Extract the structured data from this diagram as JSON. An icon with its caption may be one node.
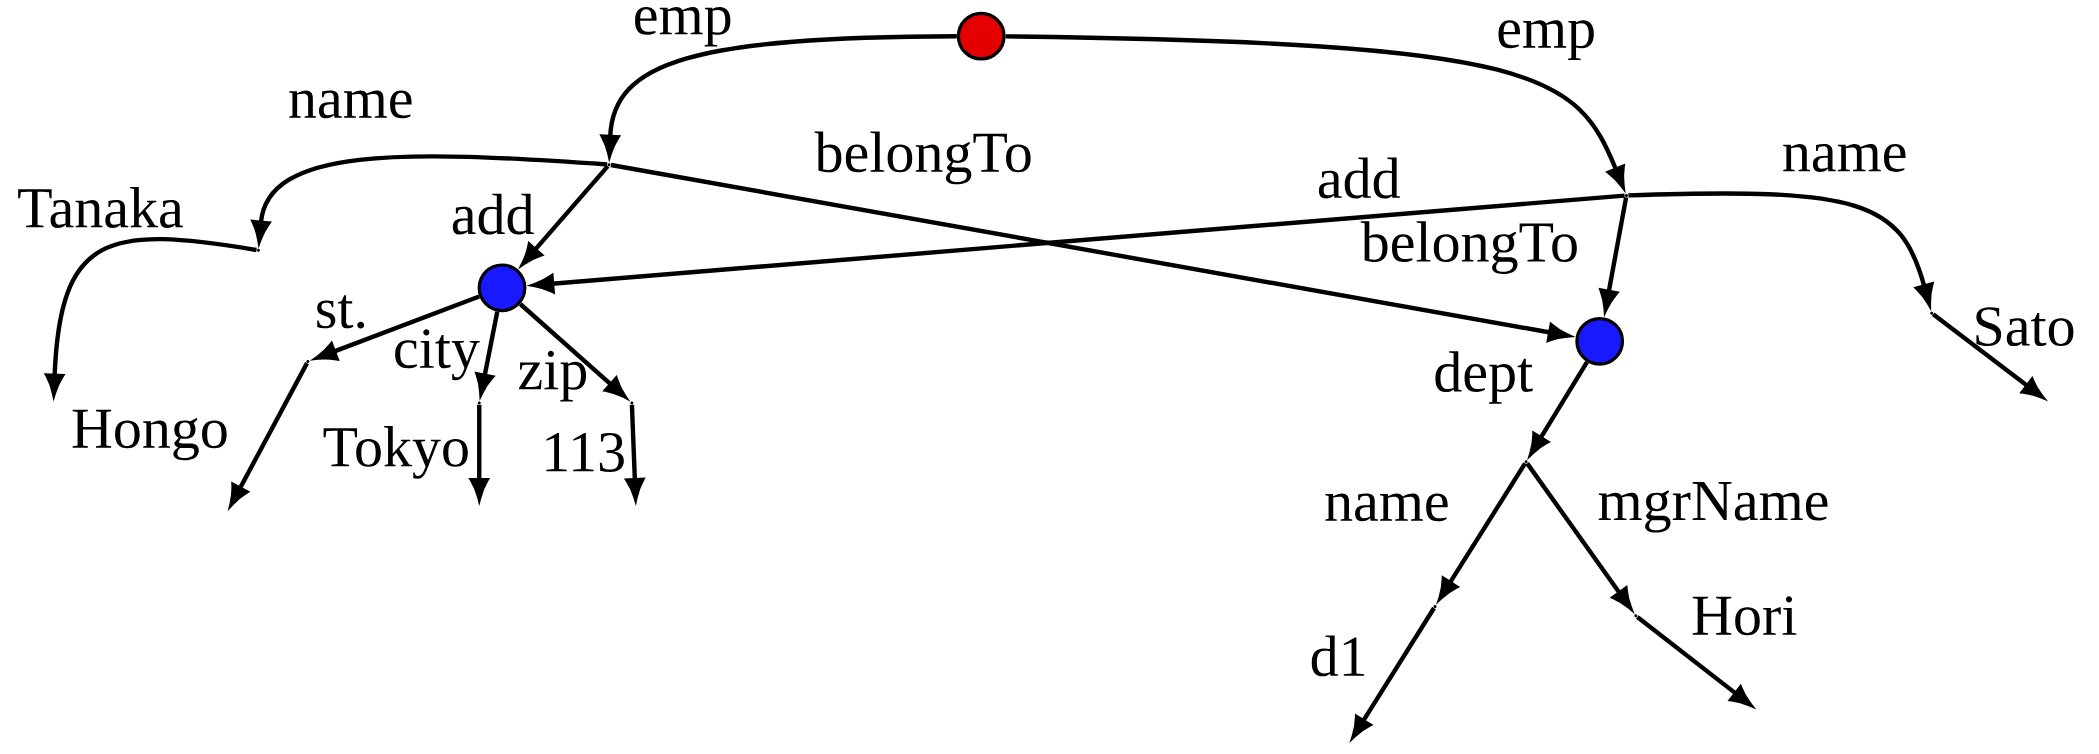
{
  "diagram": {
    "nodes": [
      {
        "text": [],
        "shape": "circle"
      },
      {
        "text": [],
        "shape": "point"
      },
      {
        "text": [],
        "shape": "point"
      },
      {
        "text": [],
        "shape": "circle"
      },
      {
        "text": [],
        "shape": "circle"
      },
      {
        "text": [],
        "shape": "point"
      },
      {
        "text": [],
        "shape": "point"
      },
      {
        "text": [],
        "shape": "point"
      },
      {
        "text": [],
        "shape": "point"
      },
      {
        "text": [],
        "shape": "point"
      },
      {
        "text": [],
        "shape": "point"
      },
      {
        "text": [],
        "shape": "point"
      },
      {
        "text": [],
        "shape": "point"
      }
    ],
    "edges": [
      {
        "from": 0,
        "to": 1,
        "arrow": "to",
        "label": "emp"
      },
      {
        "from": 0,
        "to": 2,
        "arrow": "to",
        "label": "emp"
      },
      {
        "from": 1,
        "to": 5,
        "arrow": "to",
        "label": "name"
      },
      {
        "from": 1,
        "to": 3,
        "arrow": "to",
        "label": "add"
      },
      {
        "from": 1,
        "to": 4,
        "arrow": "to",
        "label": "belongTo"
      },
      {
        "from": 2,
        "to": 3,
        "arrow": "to",
        "label": "add"
      },
      {
        "from": 2,
        "to": 4,
        "arrow": "to",
        "label": "belongTo"
      },
      {
        "from": 2,
        "to": 6,
        "arrow": "to",
        "label": "name"
      },
      {
        "from": 3,
        "to": 7,
        "arrow": "to",
        "label": "st."
      },
      {
        "from": 3,
        "to": 8,
        "arrow": "to",
        "label": "city"
      },
      {
        "from": 3,
        "to": 9,
        "arrow": "to",
        "label": "zip"
      },
      {
        "from": 4,
        "to": 10,
        "arrow": "to",
        "label": "dept"
      },
      {
        "from": 10,
        "to": 11,
        "arrow": "to",
        "label": "name"
      },
      {
        "from": 10,
        "to": 12,
        "arrow": "to",
        "label": "mgrName"
      },
      {
        "from": 5,
        "to": null,
        "arrow": "to",
        "label": "Tanaka"
      },
      {
        "from": 6,
        "to": null,
        "arrow": "to",
        "label": "Sato"
      },
      {
        "from": 7,
        "to": null,
        "arrow": "to",
        "label": "Hongo"
      },
      {
        "from": 8,
        "to": null,
        "arrow": "to",
        "label": "Tokyo"
      },
      {
        "from": 9,
        "to": null,
        "arrow": "to",
        "label": "113"
      },
      {
        "from": 11,
        "to": null,
        "arrow": "to",
        "label": "d1"
      },
      {
        "from": 12,
        "to": null,
        "arrow": "to",
        "label": "Hori"
      }
    ]
  }
}
